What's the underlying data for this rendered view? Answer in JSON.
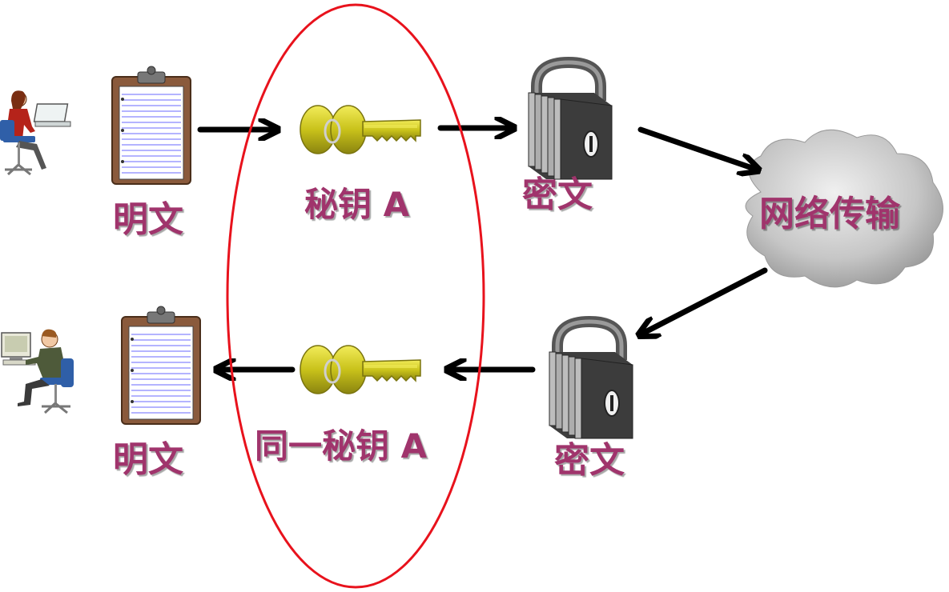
{
  "diagram": {
    "top_row": {
      "plaintext_label": "明文",
      "key_label": "秘钥 A",
      "ciphertext_label": "密文"
    },
    "network_label": "网络传输",
    "bottom_row": {
      "plaintext_label": "明文",
      "key_label": "同一秘钥 A",
      "ciphertext_label": "密文"
    },
    "icons": [
      "sender-person-icon",
      "receiver-person-icon",
      "clipboard-document-icon",
      "key-icon",
      "padlock-icon",
      "cloud-icon",
      "arrow-icon",
      "highlight-ellipse"
    ]
  },
  "colors": {
    "label": "#a0346c",
    "ellipse": "#e8121c",
    "key_fill": "#c9c21a",
    "arrow": "#000000",
    "cloud": "#c8c8c8"
  }
}
